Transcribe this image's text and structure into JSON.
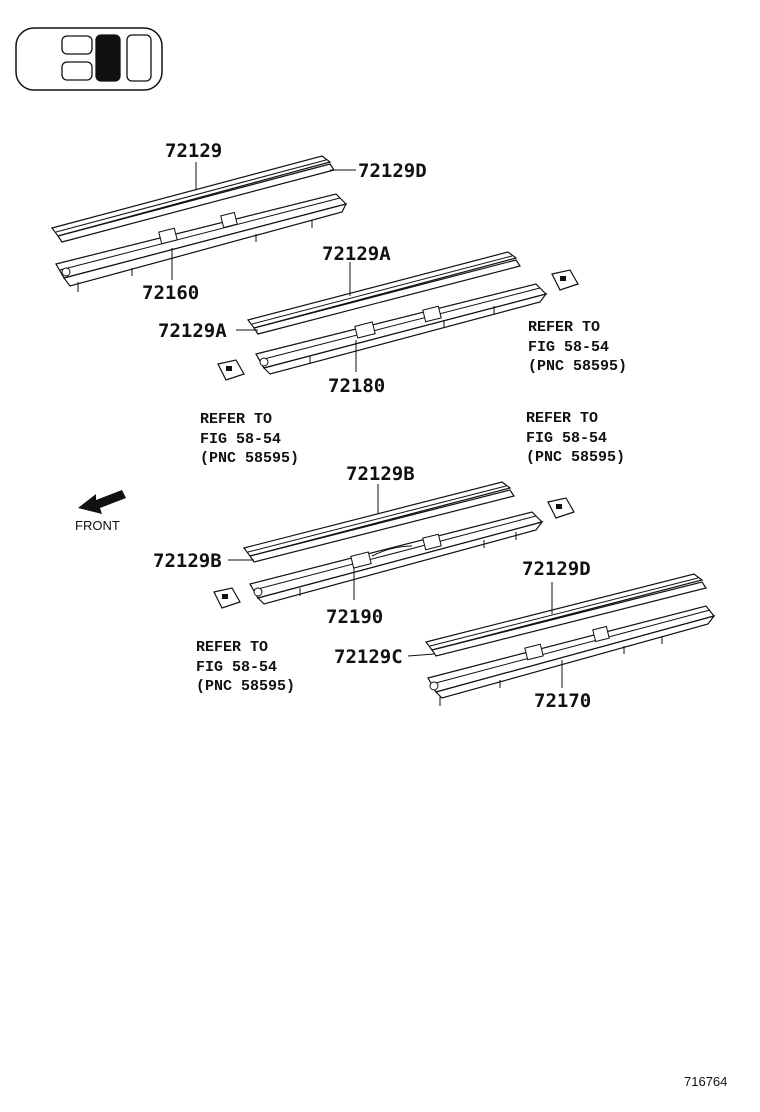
{
  "labels": {
    "p72129": "72129",
    "p72129d_top": "72129D",
    "p72160": "72160",
    "p72129a_top": "72129A",
    "p72129a_left": "72129A",
    "p72180": "72180",
    "p72129b_top": "72129B",
    "p72129b_left": "72129B",
    "p72190": "72190",
    "p72129d_bottom": "72129D",
    "p72129c": "72129C",
    "p72170": "72170",
    "front": "FRONT",
    "diagram_id": "716764"
  },
  "refers": [
    {
      "line1": "REFER TO",
      "line2": "FIG 58-54",
      "line3": "(PNC 58595)"
    },
    {
      "line1": "REFER TO",
      "line2": "FIG 58-54",
      "line3": "(PNC 58595)"
    },
    {
      "line1": "REFER TO",
      "line2": "FIG 58-54",
      "line3": "(PNC 58595)"
    },
    {
      "line1": "REFER TO",
      "line2": "FIG 58-54",
      "line3": "(PNC 58595)"
    }
  ]
}
